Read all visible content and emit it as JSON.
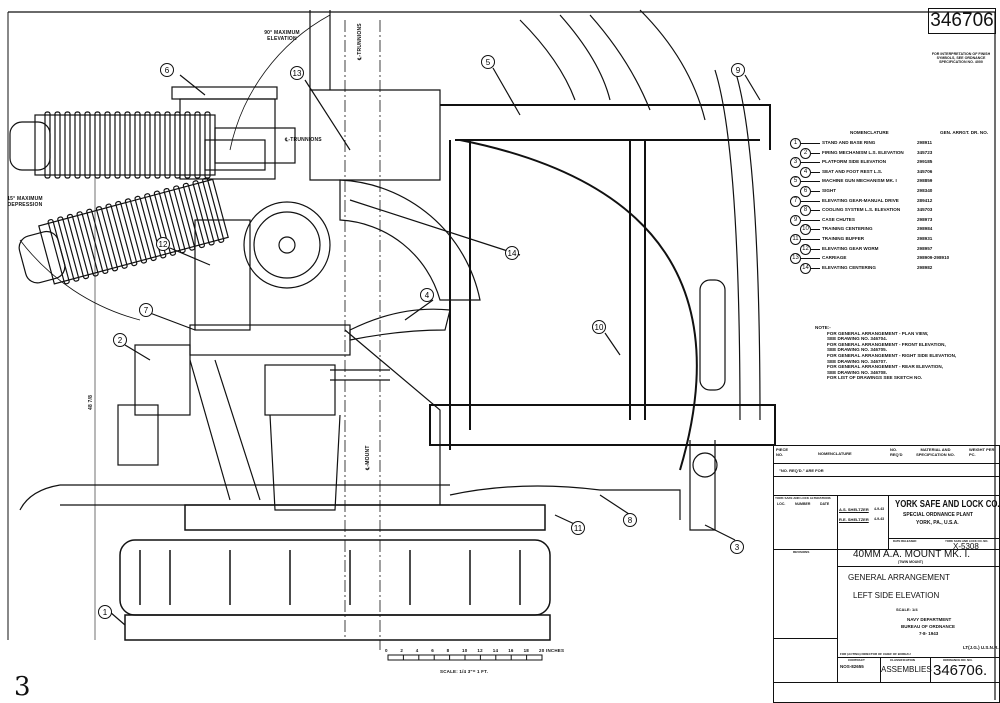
{
  "drawing_number_top": "346706",
  "interpretation_note": "FOR INTERPRETATION OF FINISH SYMBOLS, SEE ORDNANCE SPECIFICATION NO. 4000",
  "annotations": {
    "max_elevation": "90° MAXIMUM ELEVATION",
    "max_depression": "15° MAXIMUM DEPRESSION",
    "trunnions_h": "℄-TRUNNIONS",
    "trunnions_v": "℄-TRUNNIONS",
    "mount_v": "℄-MOUNT",
    "dimension": "48 7/8"
  },
  "nomenclature": {
    "header_name": "NOMENCLATURE",
    "header_no": "GEN. ARRGT. DR. NO.",
    "items": [
      {
        "n": "1",
        "name": "STAND AND BASE RING",
        "dwg": "298911"
      },
      {
        "n": "2",
        "name": "FIRING MECHANISM L.S. ELEVATION",
        "dwg": "345723"
      },
      {
        "n": "3",
        "name": "PLATFORM SIDE ELEVATION",
        "dwg": "299185"
      },
      {
        "n": "4",
        "name": "SEAT AND FOOT REST L.S.",
        "dwg": "345706"
      },
      {
        "n": "5",
        "name": "MACHINE GUN MECHANISM MK. I",
        "dwg": "298859"
      },
      {
        "n": "6",
        "name": "SIGHT",
        "dwg": "298340"
      },
      {
        "n": "7",
        "name": "ELEVATING GEAR-MANUAL DRIVE",
        "dwg": "289412"
      },
      {
        "n": "8",
        "name": "COOLING SYSTEM L.S. ELEVATION",
        "dwg": "345703"
      },
      {
        "n": "9",
        "name": "CASE CHUTES",
        "dwg": "298973"
      },
      {
        "n": "10",
        "name": "TRAINING CENTERING",
        "dwg": "298984"
      },
      {
        "n": "11",
        "name": "TRAINING BUFFER",
        "dwg": "298931"
      },
      {
        "n": "12",
        "name": "ELEVATING GEAR WORM",
        "dwg": "298957"
      },
      {
        "n": "13",
        "name": "CARRIAGE",
        "dwg": "298909-298910"
      },
      {
        "n": "14",
        "name": "ELEVATING CENTERING",
        "dwg": "298982"
      }
    ]
  },
  "notes": {
    "title": "NOTE:-",
    "lines": [
      "FOR GENERAL ARRANGEMENT - PLAN VIEW,",
      "SEE DRAWING NO. 346704.",
      "FOR GENERAL ARRANGEMENT - FRONT ELEVATION,",
      "SEE DRAWING NO. 346705.",
      "FOR GENERAL ARRANGEMENT - RIGHT SIDE ELEVATION,",
      "SEE DRAWING NO. 346707.",
      "FOR GENERAL ARRANGEMENT - REAR ELEVATION,",
      "SEE DRAWING NO. 346708.",
      "FOR LIST OF DRAWINGS SEE SKETCH NO."
    ]
  },
  "parts_list": {
    "piece_no": "PIECE NO.",
    "nomenclature": "NOMENCLATURE",
    "no_reqd": "NO. REQ'D",
    "material": "MATERIAL AND SPECIFICATION NO.",
    "weight": "WEIGHT PER PC.",
    "reqd_note": "\"NO. REQ'D.\" ARE FOR"
  },
  "title_block": {
    "alterations": "YORK SAFE AND LOCK ALTERATIONS",
    "loc": "LOC.",
    "number": "NUMBER",
    "date": "DATE",
    "drawn_by": "A.S. SHELTZER",
    "checked_by": "R.E. SHELTZER",
    "date1": "4-9-43",
    "date2": "4-9-43",
    "company": "YORK SAFE AND LOCK CO.",
    "plant": "SPECIAL ORDNANCE PLANT",
    "location": "YORK, PA., U.S.A.",
    "date_released": "DATE RELEASED",
    "company_dwg_no": "YORK SAFE AND LOCK CO. NO.",
    "company_number": "X-5308",
    "revisions": "REVISIONS",
    "title": "40MM A.A. MOUNT MK. I.",
    "subtitle": "(TWIN MOUNT)",
    "arrangement": "GENERAL ARRANGEMENT",
    "view": "LEFT SIDE ELEVATION",
    "scale": "SCALE: 1/4",
    "dept": "NAVY DEPARTMENT",
    "bureau": "BUREAU OF ORDNANCE",
    "bureau_date": "7-8- 1943",
    "rank": "LT(J.G.) U.S.N.R.",
    "for_chief": "FOR (ACTING) DIRECTOR OF CHIEF OF BUREAU",
    "contract_label": "CONTRACT",
    "contract": "NOS-82655",
    "classification_label": "CLASSIFICATION",
    "classification": "ASSEMBLIES",
    "ordnance_label": "ORDNANCE DR. NO.",
    "drawing_number": "346706."
  },
  "scale_bar": {
    "ticks": [
      "0",
      "2",
      "4",
      "6",
      "8",
      "10",
      "12",
      "14",
      "16",
      "18",
      "20"
    ],
    "unit": "INCHES",
    "caption": "SCALE: 1/4  3\"= 1 FT."
  },
  "sheet_mark": "3",
  "callouts": [
    "1",
    "2",
    "3",
    "4",
    "5",
    "6",
    "7",
    "8",
    "9",
    "10",
    "11",
    "12",
    "13",
    "14"
  ]
}
